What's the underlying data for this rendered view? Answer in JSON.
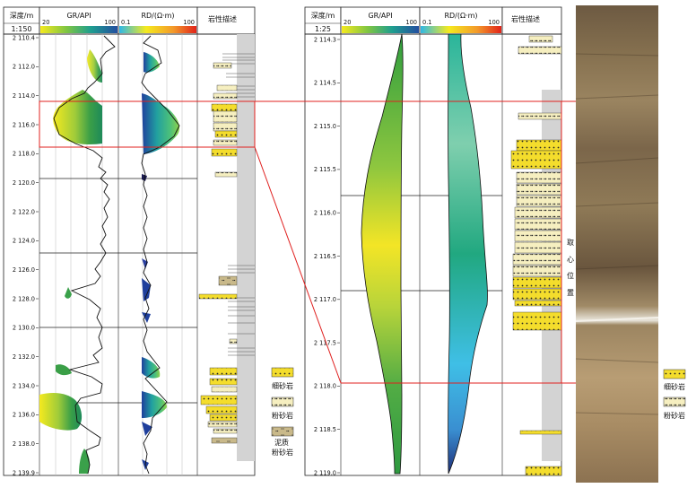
{
  "left_panel": {
    "depth_header": "深度/m",
    "scale": "1:150",
    "gr_header": "GR/API",
    "gr_min": "20",
    "gr_max": "100",
    "rd_header": "RD/(Ω·m)",
    "rd_min": "0.1",
    "rd_max": "100",
    "lith_header": "岩性描述",
    "depth_labels": [
      "2 110.4",
      "2 112.0",
      "2 114.0",
      "2 116.0",
      "2 118.0",
      "2 120.0",
      "2 122.0",
      "2 124.0",
      "2 126.0",
      "2 128.0",
      "2 130.0",
      "2 132.0",
      "2 134.0",
      "2 136.0",
      "2 138.0",
      "2 139.9"
    ]
  },
  "right_panel": {
    "depth_header": "深度/m",
    "scale": "1:25",
    "gr_header": "GR/API",
    "gr_min": "20",
    "gr_max": "100",
    "rd_header": "RD/(Ω·m)",
    "rd_min": "0.1",
    "rd_max": "100",
    "lith_header": "岩性描述",
    "depth_labels": [
      "2 114.3",
      "2 114.5",
      "2 115.0",
      "2 115.5",
      "2 116.0",
      "2 116.5",
      "2 117.0",
      "2 117.5",
      "2 118.0",
      "2 118.5",
      "2 119.0"
    ],
    "core_note": [
      "取",
      "心",
      "位",
      "置"
    ]
  },
  "legend_left": {
    "fine_sandstone": "细砂岩",
    "siltstone": "粉砂岩",
    "muddy_siltstone_1": "泥质",
    "muddy_siltstone_2": "粉砂岩"
  },
  "legend_right": {
    "fine_sandstone": "细砂岩",
    "siltstone": "粉砂岩"
  },
  "colors": {
    "fine_sandstone": "#f4dd2c",
    "siltstone": "#f6efc0",
    "muddy_siltstone": "#c9b98a",
    "core_gray": "#d3d3d3",
    "highlight_red": "#e0201f"
  }
}
